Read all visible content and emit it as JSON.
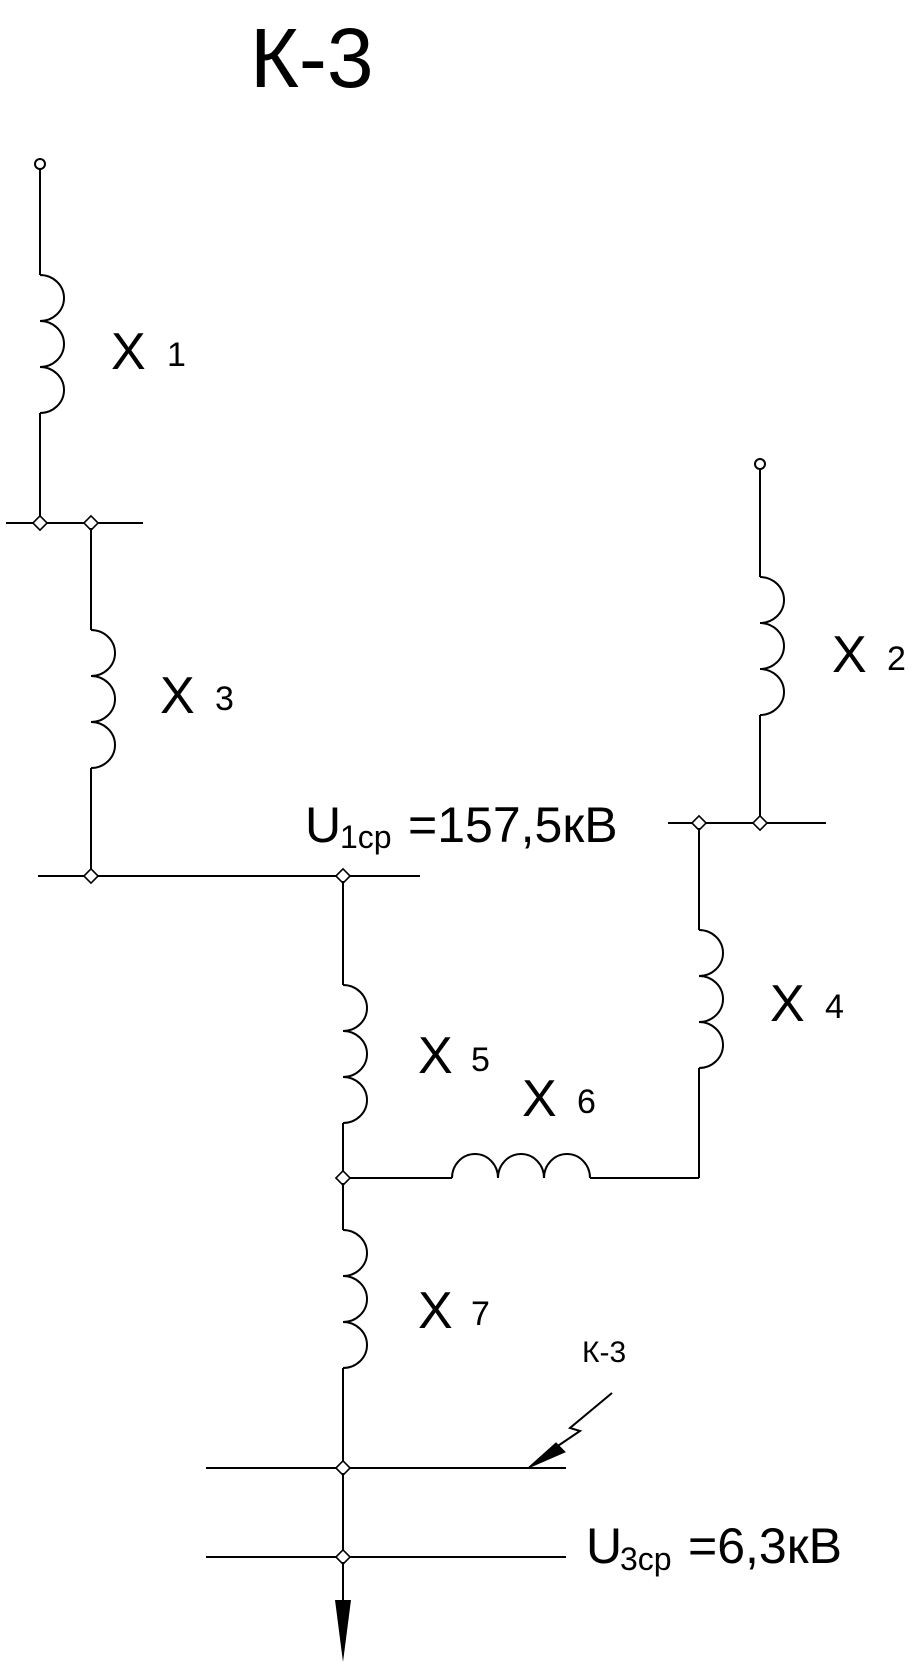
{
  "title": "К-3",
  "reactances": [
    {
      "name": "X",
      "index": "1"
    },
    {
      "name": "X",
      "index": "2"
    },
    {
      "name": "X",
      "index": "3"
    },
    {
      "name": "X",
      "index": "4"
    },
    {
      "name": "X",
      "index": "5"
    },
    {
      "name": "X",
      "index": "6"
    },
    {
      "name": "X",
      "index": "7"
    }
  ],
  "bus_voltages": {
    "u1": {
      "symbol": "U",
      "subscript": "1ср",
      "value": "=157,5кВ"
    },
    "u3": {
      "symbol": "U",
      "subscript": "3ср",
      "value": "=6,3кВ"
    }
  },
  "fault_label": "К-3"
}
